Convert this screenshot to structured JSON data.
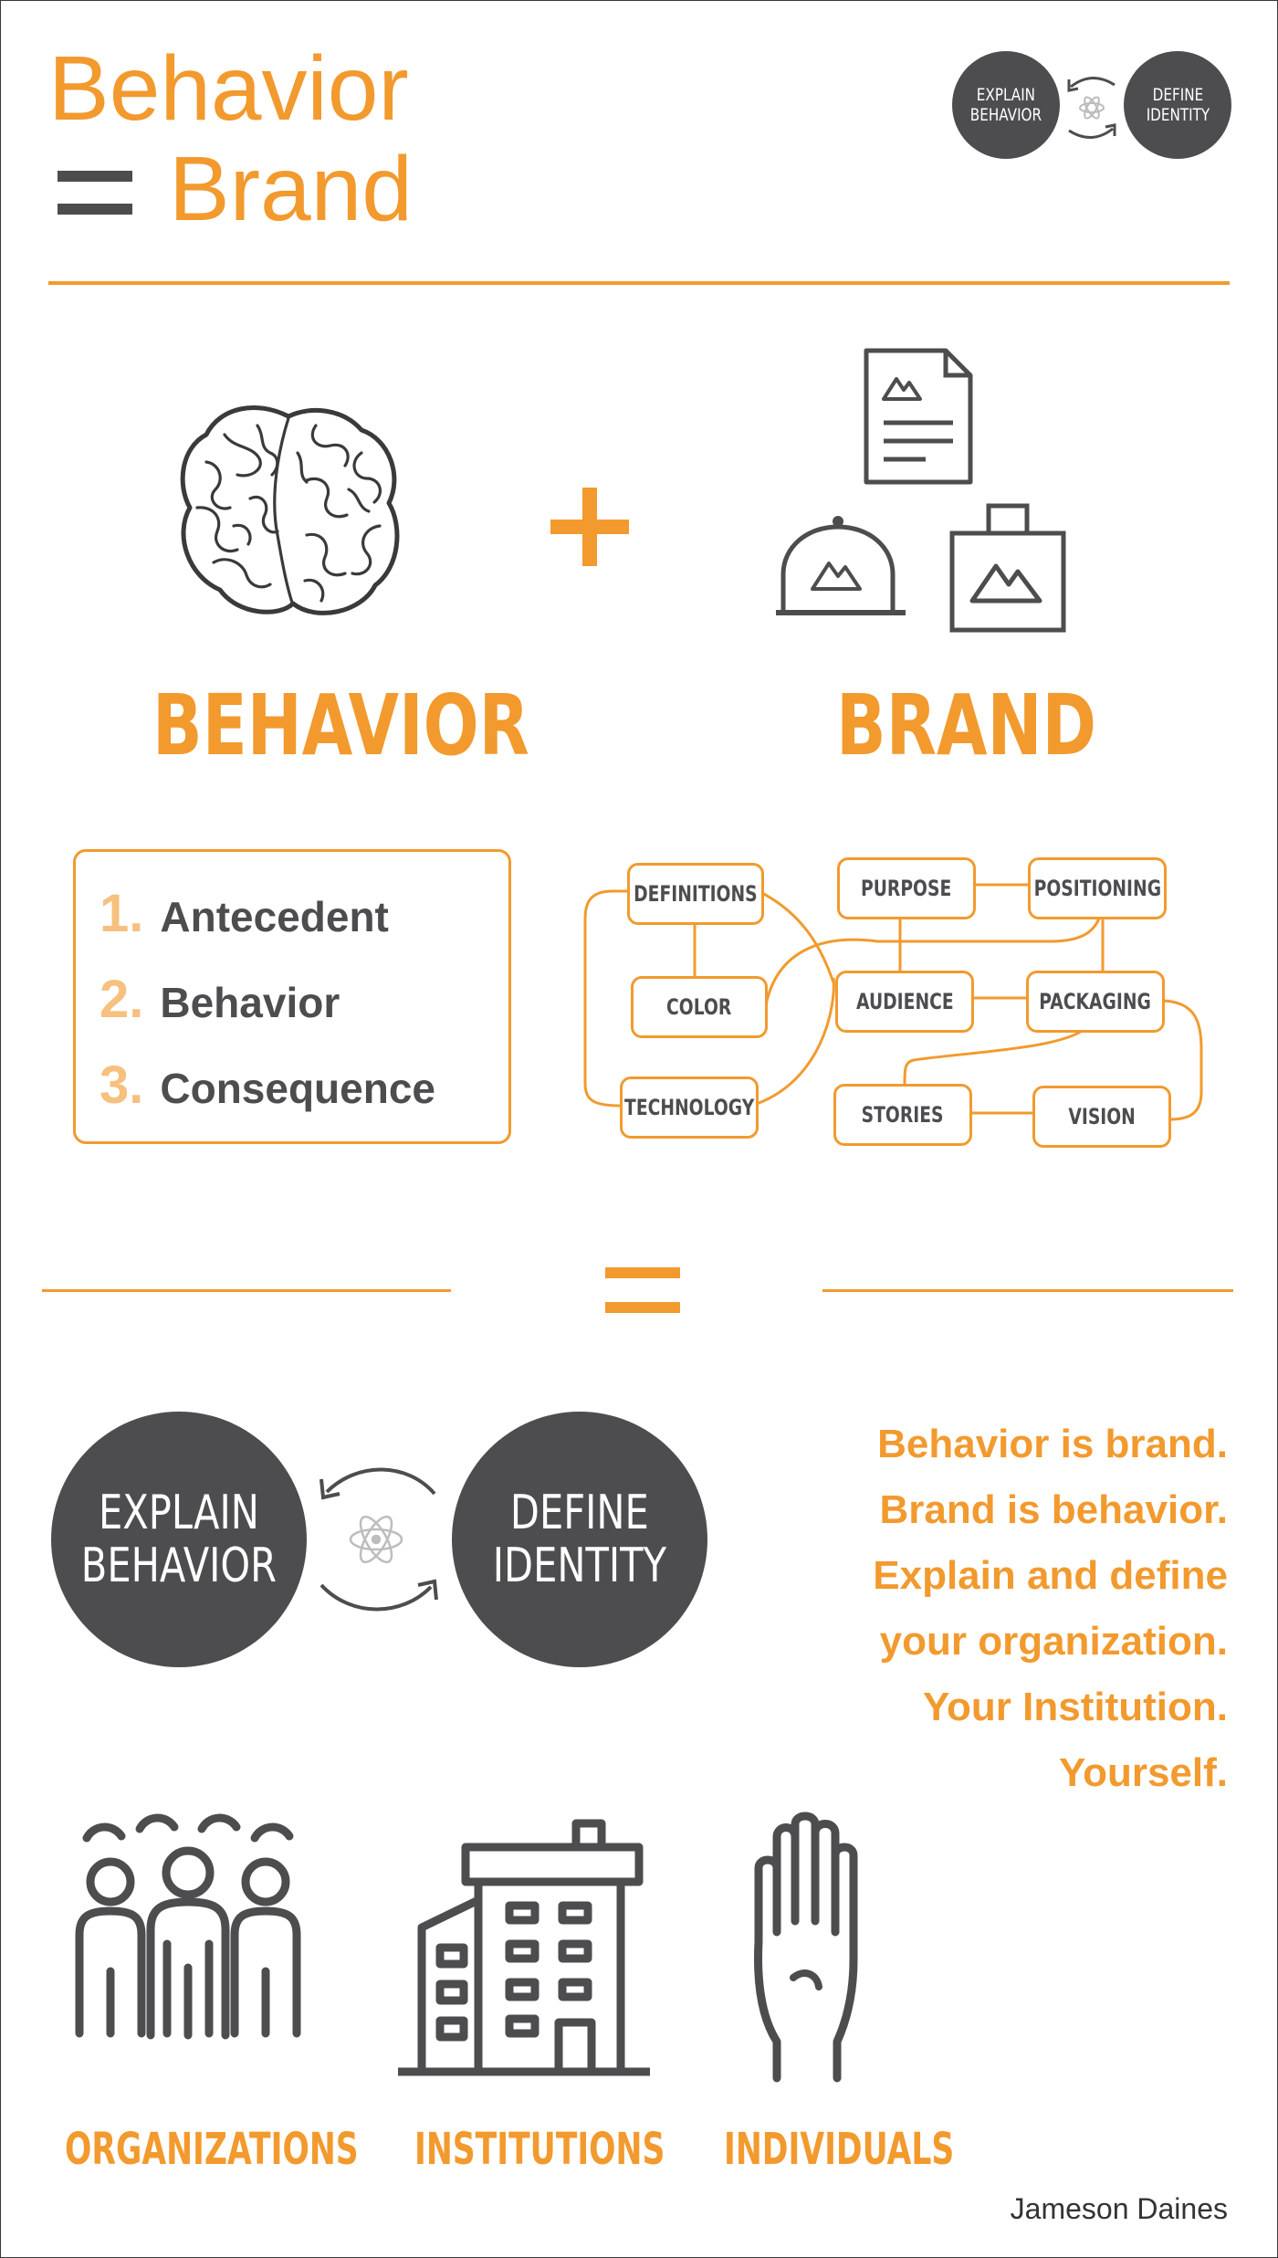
{
  "header": {
    "title_line1": "Behavior",
    "title_line2": "Brand",
    "mini_left": [
      "EXPLAIN",
      "BEHAVIOR"
    ],
    "mini_right": [
      "DEFINE",
      "IDENTITY"
    ]
  },
  "columns": {
    "left_heading": "BEHAVIOR",
    "right_heading": "BRAND"
  },
  "behavior_steps": [
    {
      "num": "1.",
      "label": "Antecedent"
    },
    {
      "num": "2.",
      "label": "Behavior"
    },
    {
      "num": "3.",
      "label": "Consequence"
    }
  ],
  "brand_map": {
    "nodes": [
      "DEFINITIONS",
      "PURPOSE",
      "POSITIONING",
      "COLOR",
      "AUDIENCE",
      "PACKAGING",
      "TECHNOLOGY",
      "STORIES",
      "VISION"
    ]
  },
  "result": {
    "left_circle": [
      "EXPLAIN",
      "BEHAVIOR"
    ],
    "right_circle": [
      "DEFINE",
      "IDENTITY"
    ],
    "tagline": [
      "Behavior is brand.",
      "Brand is behavior.",
      "Explain and define",
      "your organization.",
      "Your Institution.",
      "Yourself."
    ]
  },
  "audiences": [
    "ORGANIZATIONS",
    "INSTITUTIONS",
    "INDIVIDUALS"
  ],
  "author": "Jameson Daines",
  "colors": {
    "accent": "#f29a2e",
    "dark": "#4d4d4f",
    "light_accent": "#f7c07f"
  },
  "icons": [
    "brain-icon",
    "plus-icon",
    "document-icon",
    "cap-icon",
    "bag-icon",
    "equals-icon",
    "atom-icon",
    "cycle-arrows-icon",
    "people-group-icon",
    "building-icon",
    "hand-icon"
  ]
}
